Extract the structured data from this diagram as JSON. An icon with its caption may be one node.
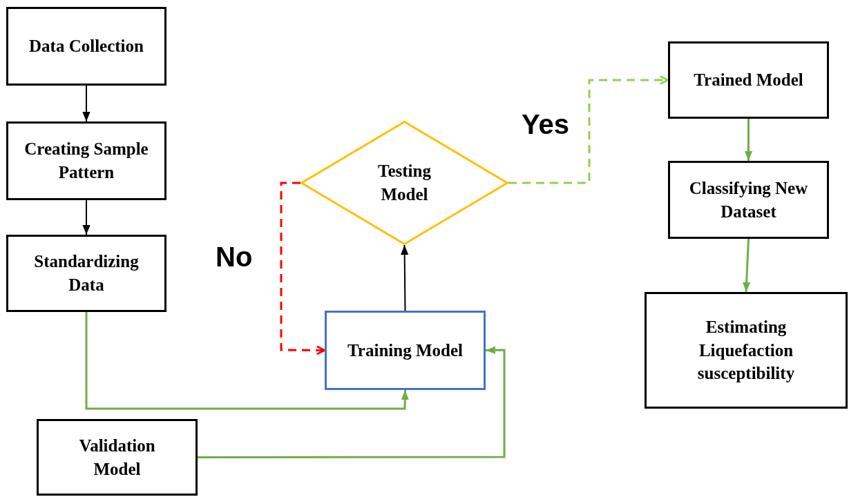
{
  "diagram": {
    "nodes": [
      {
        "text": [
          "Data Collection"
        ]
      },
      {
        "text": [
          "Creating Sample Pattern"
        ]
      },
      {
        "text": [
          "Standardizing Data"
        ]
      },
      {
        "text": [
          "Validation Model"
        ]
      },
      {
        "text": [
          "Testing Model"
        ]
      },
      {
        "text": [
          "Training Model"
        ]
      },
      {
        "text": [
          "Trained Model"
        ]
      },
      {
        "text": [
          "Classifying New Dataset"
        ]
      },
      {
        "text": [
          "Estimating Liquefaction susceptibility"
        ]
      }
    ],
    "edges": [
      {
        "from": 0,
        "to": 1,
        "arrow": "to",
        "color": "#000000"
      },
      {
        "from": 1,
        "to": 2,
        "arrow": "to",
        "color": "#000000"
      },
      {
        "from": 2,
        "to": 5,
        "arrow": "to"
      },
      {
        "from": 3,
        "to": 5,
        "arrow": "to"
      },
      {
        "from": 5,
        "to": 4,
        "arrow": "to",
        "color": "#000000"
      },
      {
        "from": 4,
        "to": 5,
        "arrow": "to",
        "label": "No",
        "style": "dashed",
        "color": "#ff0000"
      },
      {
        "from": 4,
        "to": 6,
        "arrow": "to",
        "label": "Yes",
        "style": "dashed",
        "color": "#92d050"
      },
      {
        "from": 6,
        "to": 7,
        "arrow": "to"
      },
      {
        "from": 7,
        "to": 8,
        "arrow": "to"
      }
    ]
  }
}
